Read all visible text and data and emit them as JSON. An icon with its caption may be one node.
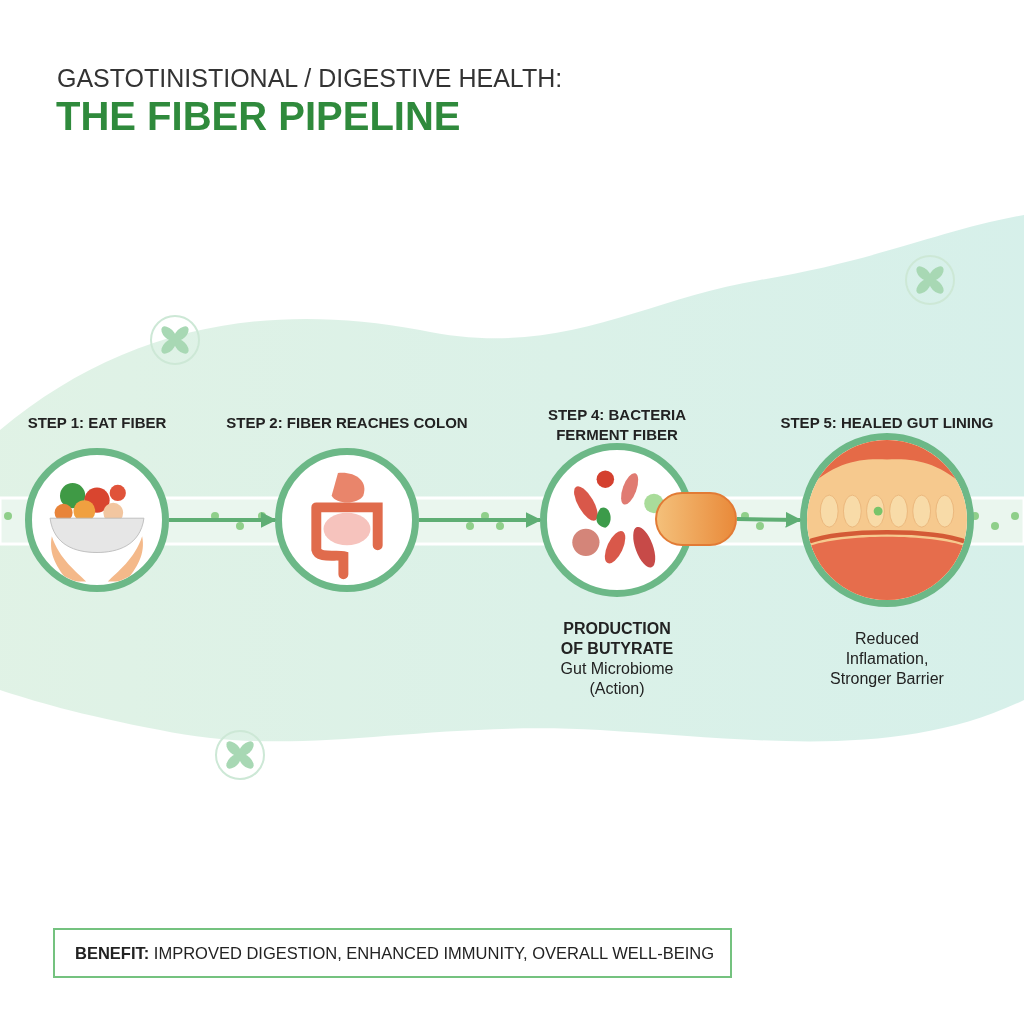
{
  "diagram": {
    "title": "THE FIBER PIPELINE",
    "nodes": [
      {
        "text": [
          "STEP 1: EAT FIBER"
        ]
      },
      {
        "text": [
          "STEP 2: FIBER REACHES COLON"
        ]
      },
      {
        "text": [
          "STEP 4: BACTERIA FERMENT FIBER"
        ],
        "beside": [
          "PRODUCTION OF BUTYRATE",
          "Gut Microbiome (Action)"
        ]
      },
      {
        "text": [],
        "shape": "capsule"
      },
      {
        "text": [
          "STEP 5: HEALED GUT LINING"
        ],
        "beside": [
          "Reduced Inflamation, Stronger Barrier"
        ]
      },
      {
        "text": [
          "**BENEFIT:** IMPROVED DIGESTION, ENHANCED IMMUNITY, OVERALL WELL-BEING"
        ]
      }
    ],
    "edges": [
      {
        "from": 0,
        "to": 1,
        "arrow": "to"
      },
      {
        "from": 1,
        "to": 2,
        "arrow": "to"
      },
      {
        "from": 3,
        "to": 4,
        "arrow": "to"
      }
    ],
    "labels": [
      "GASTOTINISTIONAL / DIGESTIVE HEALTH:"
    ]
  }
}
